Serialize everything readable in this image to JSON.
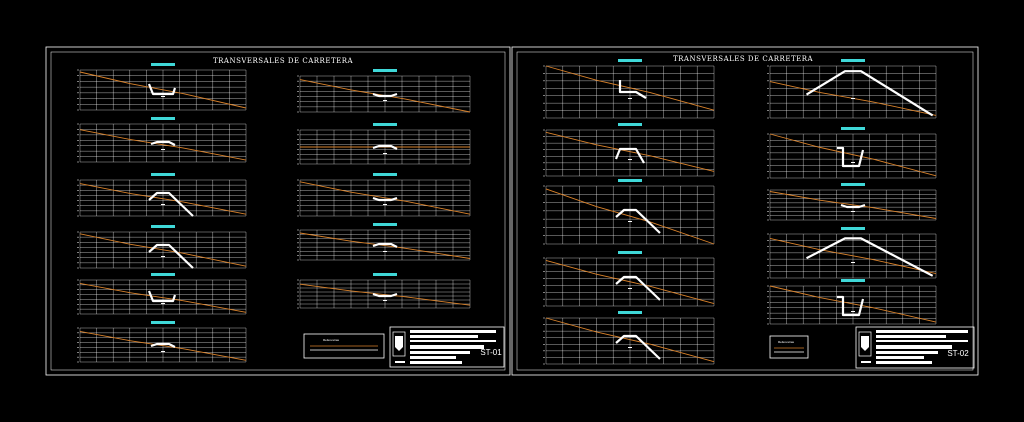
{
  "sheets": [
    {
      "title": "TRANSVERSALES DE CARRETERA",
      "code": "ST-01",
      "legend_title": "Referencias"
    },
    {
      "title": "TRANSVERSALES DE CARRETERA",
      "code": "ST-02",
      "legend_title": "Referencias"
    }
  ],
  "colors": {
    "background": "#000000",
    "frame": "#ffffff",
    "grid": "#ffffff",
    "terrain_line": "#d9822b",
    "road_section": "#ffffff",
    "station_label": "#3fd8d8"
  }
}
